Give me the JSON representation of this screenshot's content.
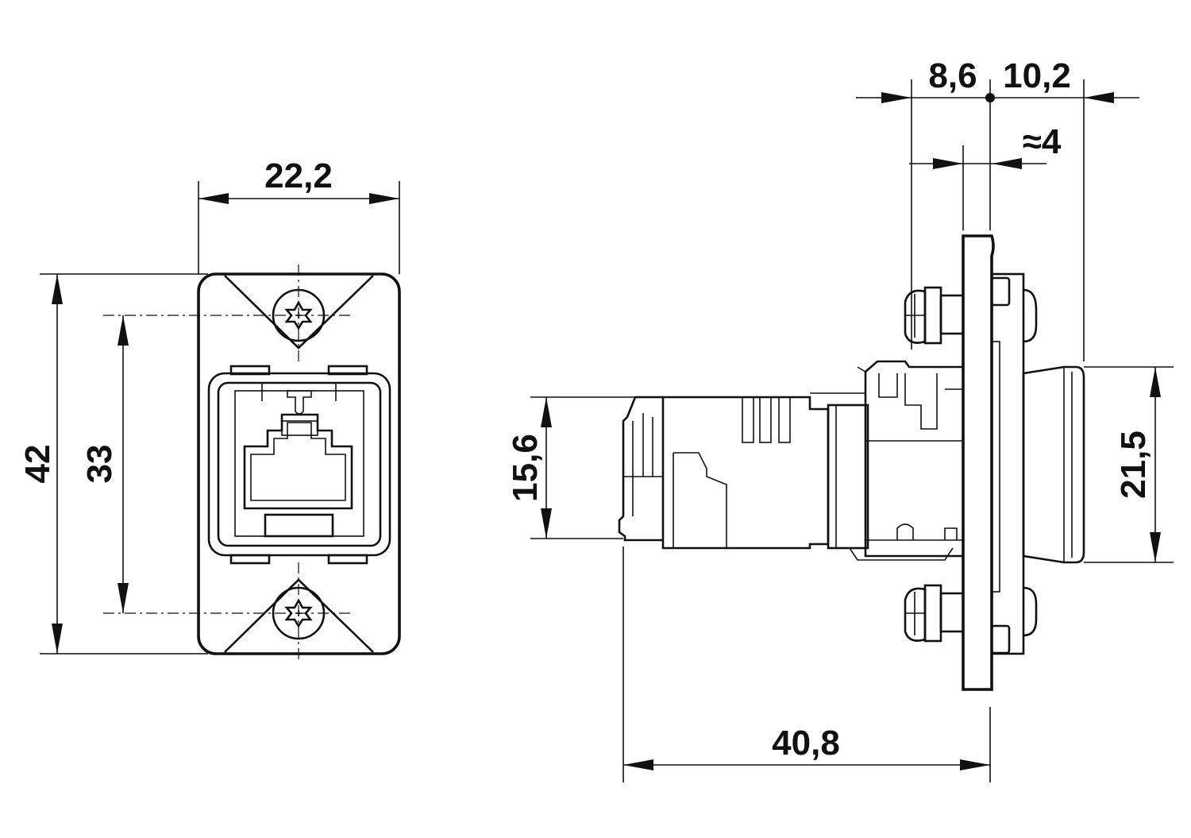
{
  "dimensions": {
    "front_width": "22,2",
    "front_height": "42",
    "screw_spacing": "33",
    "side_plug_height": "15,6",
    "side_body_height": "21,5",
    "side_total_length": "40,8",
    "side_rear_depth": "8,6",
    "side_front_depth": "10,2",
    "panel_thickness": "≈4"
  },
  "colors": {
    "line": "#111111",
    "background": "#ffffff"
  }
}
